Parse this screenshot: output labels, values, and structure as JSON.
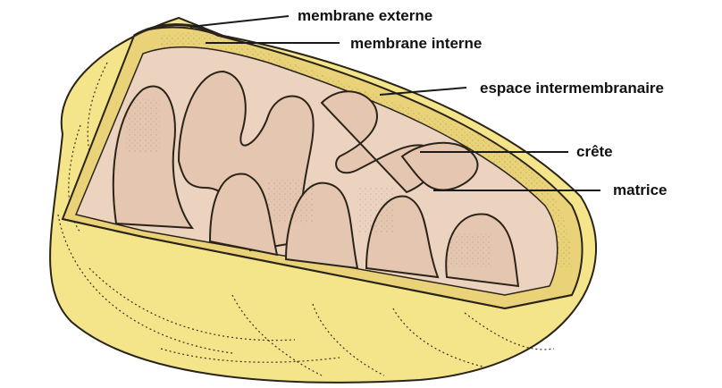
{
  "labels": {
    "outer_membrane": "membrane externe",
    "inner_membrane": "membrane interne",
    "intermembrane_space": "espace intermembranaire",
    "crista": "crête",
    "matrix": "matrice"
  },
  "colors": {
    "outer_yellow": "#f4e48a",
    "membrane_yellow": "#f0d95a",
    "matrix_pink": "#ecd3c0",
    "inner_pink": "#e5c6b0",
    "outline": "#2a2418",
    "leader_line": "#1a1a1a"
  }
}
